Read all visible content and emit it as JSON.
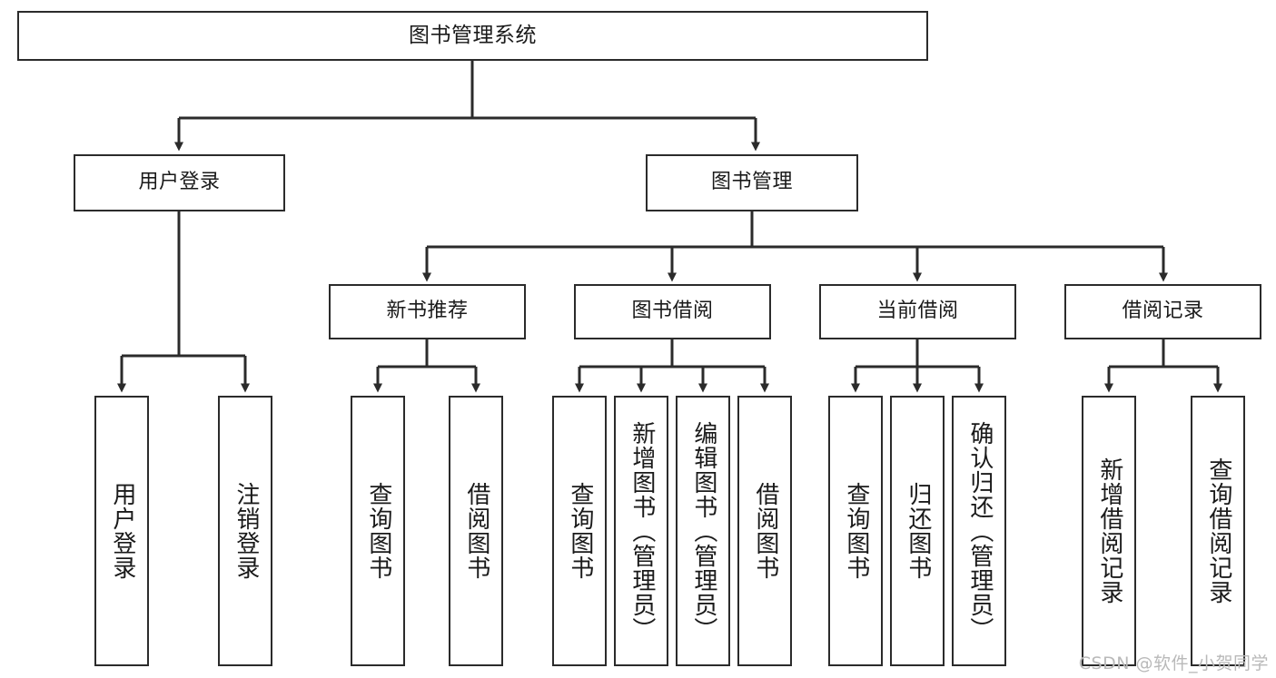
{
  "diagram": {
    "type": "tree-hierarchy",
    "title": "图书管理系统",
    "levels": 4,
    "root": {
      "id": "root",
      "label": "图书管理系统"
    },
    "level2": [
      {
        "id": "user-login",
        "label": "用户登录"
      },
      {
        "id": "book-manage",
        "label": "图书管理"
      }
    ],
    "level3": [
      {
        "id": "new-book-recommend",
        "label": "新书推荐",
        "parent": "book-manage"
      },
      {
        "id": "book-borrow",
        "label": "图书借阅",
        "parent": "book-manage"
      },
      {
        "id": "current-borrow",
        "label": "当前借阅",
        "parent": "book-manage"
      },
      {
        "id": "borrow-record",
        "label": "借阅记录",
        "parent": "book-manage"
      }
    ],
    "leaves": [
      {
        "id": "leaf-user-login",
        "label": "用户登录",
        "parent": "user-login"
      },
      {
        "id": "leaf-user-logout",
        "label": "注销登录",
        "parent": "user-login"
      },
      {
        "id": "leaf-query-book-rec",
        "label": "查询图书",
        "parent": "new-book-recommend"
      },
      {
        "id": "leaf-borrow-book-rec",
        "label": "借阅图书",
        "parent": "new-book-recommend"
      },
      {
        "id": "leaf-query-book-borrow",
        "label": "查询图书",
        "parent": "book-borrow"
      },
      {
        "id": "leaf-add-book",
        "label": "新增图书（管理员）",
        "parent": "book-borrow"
      },
      {
        "id": "leaf-edit-book",
        "label": "编辑图书（管理员）",
        "parent": "book-borrow"
      },
      {
        "id": "leaf-borrow-book",
        "label": "借阅图书",
        "parent": "book-borrow"
      },
      {
        "id": "leaf-query-book-current",
        "label": "查询图书",
        "parent": "current-borrow"
      },
      {
        "id": "leaf-return-book",
        "label": "归还图书",
        "parent": "current-borrow"
      },
      {
        "id": "leaf-confirm-return",
        "label": "确认归还（管理员）",
        "parent": "current-borrow"
      },
      {
        "id": "leaf-add-record",
        "label": "新增借阅记录",
        "parent": "borrow-record"
      },
      {
        "id": "leaf-query-record",
        "label": "查询借阅记录",
        "parent": "borrow-record"
      }
    ],
    "watermark": "CSDN @软件_小贺同学",
    "colors": {
      "background": "#ffffff",
      "box_border": "#2b2b2b",
      "box_fill": "#ffffff",
      "text": "#1a1a1a",
      "connector": "#2b2b2b",
      "watermark": "#b9b9b9"
    }
  }
}
